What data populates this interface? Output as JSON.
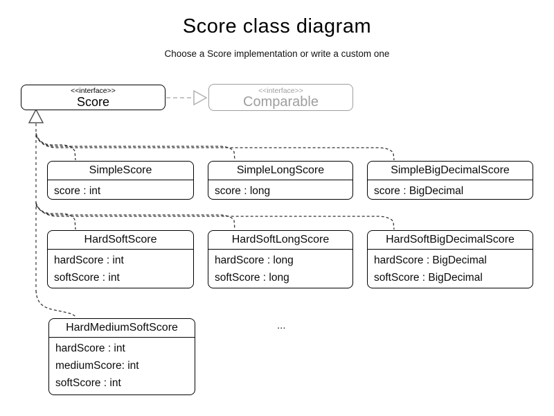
{
  "title": "Score class diagram",
  "subtitle": "Choose a Score implementation or write a custom one",
  "interfaces": {
    "score": {
      "stereotype": "<<interface>>",
      "name": "Score"
    },
    "comparable": {
      "stereotype": "<<interface>>",
      "name": "Comparable"
    }
  },
  "classes": [
    {
      "name": "SimpleScore",
      "attributes": [
        "score : int"
      ]
    },
    {
      "name": "SimpleLongScore",
      "attributes": [
        "score : long"
      ]
    },
    {
      "name": "SimpleBigDecimalScore",
      "attributes": [
        "score : BigDecimal"
      ]
    },
    {
      "name": "HardSoftScore",
      "attributes": [
        "hardScore : int",
        "softScore : int"
      ]
    },
    {
      "name": "HardSoftLongScore",
      "attributes": [
        "hardScore : long",
        "softScore : long"
      ]
    },
    {
      "name": "HardSoftBigDecimalScore",
      "attributes": [
        "hardScore : BigDecimal",
        "softScore : BigDecimal"
      ]
    },
    {
      "name": "HardMediumSoftScore",
      "attributes": [
        "hardScore : int",
        "mediumScore: int",
        "softScore : int"
      ]
    }
  ],
  "ellipsis": "...",
  "relationships": {
    "score_extends_comparable": "realization (dashed, hollow triangle)",
    "classes_implement_score": "realization (dashed, hollow triangle)"
  },
  "colors": {
    "foreground": "#000000",
    "muted_interface": "#9e9e9e",
    "connector": "#333333",
    "generalization_line": "#666666",
    "background": "#ffffff"
  }
}
